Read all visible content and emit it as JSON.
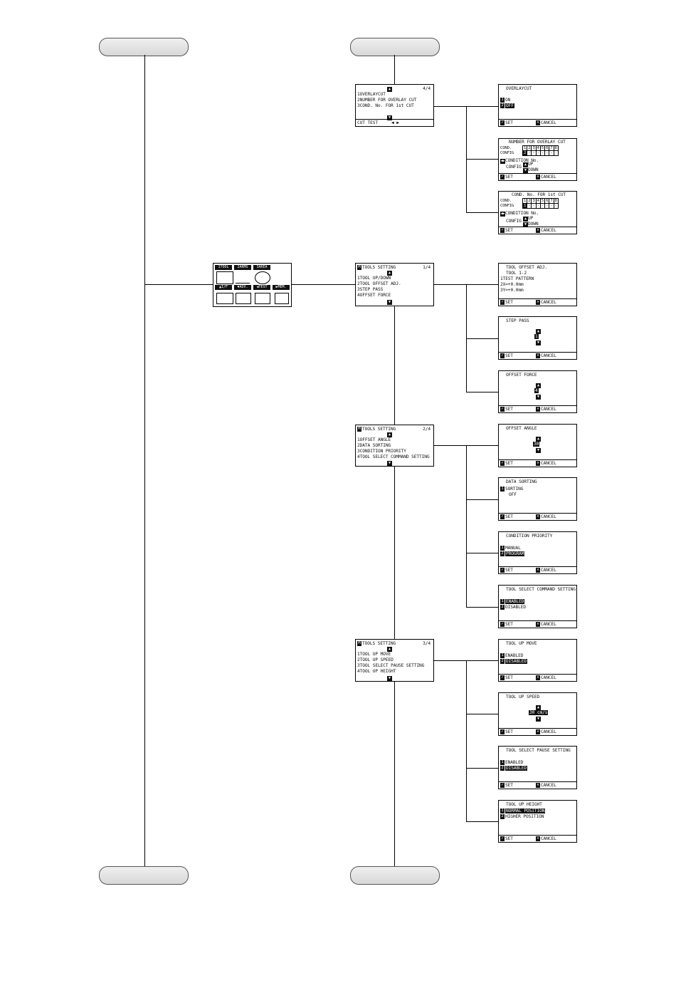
{
  "menu_icon": {
    "tabs": [
      "1TOOL",
      "2ARMS",
      "3AREA"
    ],
    "tabs2": [
      "▲I/F",
      "▼ADV.",
      "◀TEST",
      "▶MEM."
    ]
  },
  "tools_setting_pages": [
    {
      "title": "TOOLS SETTING",
      "page": "1/4",
      "items": [
        "1TOOL UP/DOWN",
        "2TOOL OFFSET ADJ.",
        "3STEP PASS",
        "4OFFSET FORCE"
      ]
    },
    {
      "title": "TOOLS SETTING",
      "page": "2/4",
      "items": [
        "1OFFSET ANGLE",
        "2DATA SORTING",
        "3CONDITION PRIORITY",
        "4TOOL SELECT COMMAND SETTING"
      ]
    },
    {
      "title": "TOOLS SETTING",
      "page": "3/4",
      "items": [
        "1TOOL UP MOVE",
        "2TOOL UP SPEED",
        "3TOOL SELECT PAUSE SETTING",
        "4TOOL UP HEIGHT"
      ]
    }
  ],
  "page4": {
    "page": "4/4",
    "items": [
      "1OVERLAYCUT",
      "2NUMBER FOR OVERLAY CUT",
      "3COND. No. FOR 1st CUT"
    ],
    "footer_left": "CUT TEST",
    "footer_right": "◀ ▶"
  },
  "footer": {
    "set": "SET",
    "cancel": "CANCEL"
  },
  "overlaycut": {
    "title": "OVERLAYCUT",
    "opt1": "ON",
    "opt2": "OFF"
  },
  "overlay_number": {
    "title": "NUMBER FOR OVERLAY CUT",
    "cond_label": "COND.",
    "config_label": "CONFIG",
    "cond": [
      "1",
      "2",
      "3",
      "4",
      "5",
      "6",
      "7",
      "8"
    ],
    "config": [
      "2",
      "-",
      "-",
      "-",
      "-",
      "-",
      "-",
      "-"
    ],
    "line1": "CONDITION No.",
    "line2": "CONFIG",
    "up": "UP",
    "down": "DOWN"
  },
  "first_cut": {
    "title": "COND. No. FOR 1st CUT",
    "cond_label": "COND.",
    "config_label": "CONFIG",
    "cond": [
      "1",
      "2",
      "3",
      "4",
      "5",
      "6",
      "7",
      "8"
    ],
    "config": [
      "1",
      "-",
      "-",
      "-",
      "-",
      "-",
      "-",
      "-"
    ],
    "line1": "CONDITION No.",
    "line2": "CONFIG",
    "up": "UP",
    "down": "DOWN"
  },
  "tool_offset_adj": {
    "title": "TOOL OFFSET ADJ.",
    "tool": "TOOL 1-2",
    "items": [
      "1TEST PATTERN",
      "2X=+0.0mm",
      "3Y=+0.0mm"
    ]
  },
  "step_pass": {
    "title": "STEP PASS",
    "value": "1"
  },
  "offset_force": {
    "title": "OFFSET FORCE",
    "value": "4"
  },
  "offset_angle": {
    "title": "OFFSET ANGLE",
    "value": "30"
  },
  "data_sorting": {
    "title": "DATA SORTING",
    "item": "SORTING",
    "value": "OFF"
  },
  "condition_priority": {
    "title": "CONDITION PRIORITY",
    "opt1": "MANUAL",
    "opt2": "PROGRAM"
  },
  "tool_select_command": {
    "title": "TOOL SELECT COMMAND SETTING",
    "opt1": "ENABLED",
    "opt2": "DISABLED"
  },
  "tool_up_move": {
    "title": "TOOL UP MOVE",
    "opt1": "ENABLED",
    "opt2": "DISABLED"
  },
  "tool_up_speed": {
    "title": "TOOL UP SPEED",
    "value": "30 cm/s"
  },
  "tool_select_pause": {
    "title": "TOOL SELECT PAUSE SETTING",
    "opt1": "ENABLED",
    "opt2": "DISABLED"
  },
  "tool_up_height": {
    "title": "TOOL UP HEIGHT",
    "opt1": "NORMAL POSITION",
    "opt2": "HIGHER POSITION"
  }
}
